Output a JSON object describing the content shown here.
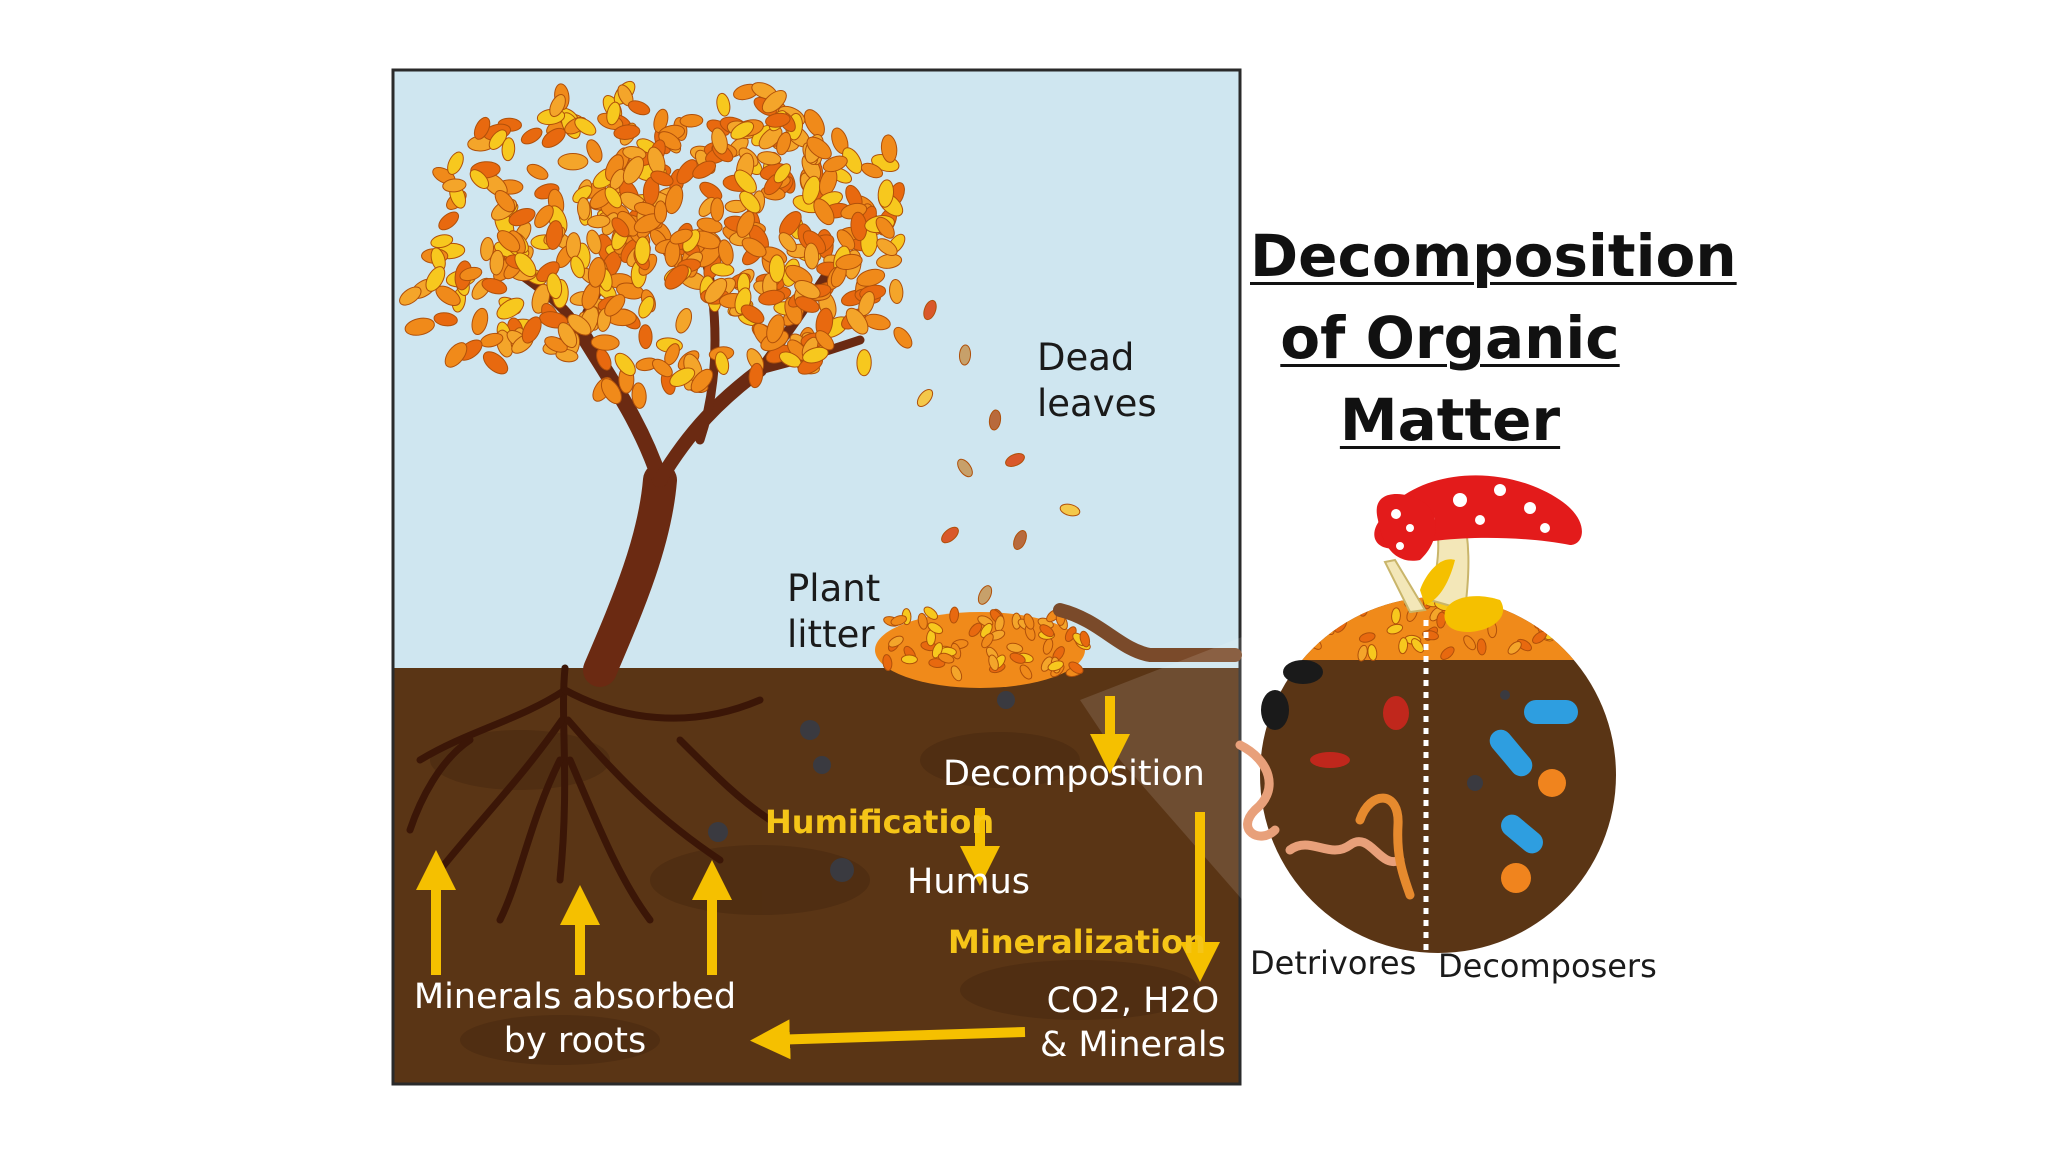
{
  "diagram": {
    "title_lines": [
      "Decomposition",
      "of Organic",
      "Matter"
    ],
    "labels": {
      "dead_leaves": [
        "Dead",
        "leaves"
      ],
      "plant_litter": [
        "Plant",
        "litter"
      ],
      "decomposition": "Decomposition",
      "humification": "Humification",
      "humus": "Humus",
      "mineralization": "Mineralization",
      "products": [
        "CO2, H2O",
        "& Minerals"
      ],
      "minerals_absorbed": [
        "Minerals absorbed",
        "by roots"
      ],
      "detrivores": "Detrivores",
      "decomposers": "Decomposers"
    },
    "colors": {
      "sky": "#cfe6f0",
      "soil": "#5a3515",
      "soil_dark": "#4a2a10",
      "trunk": "#6b2a12",
      "leaf_orange": "#f08a1a",
      "leaf_yellow": "#f7c81e",
      "arrow": "#f5c000",
      "mushroom_cap": "#e31b1b"
    }
  }
}
